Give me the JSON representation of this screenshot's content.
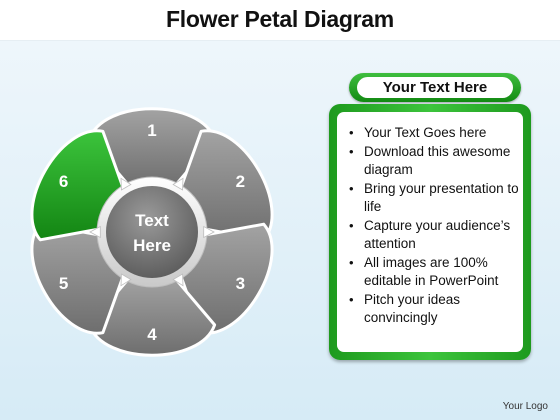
{
  "title": "Flower Petal Diagram",
  "center_text": [
    "Text",
    "Here"
  ],
  "petals": [
    {
      "label": "1",
      "color": "#8c8c8c"
    },
    {
      "label": "2",
      "color": "#8c8c8c"
    },
    {
      "label": "3",
      "color": "#8c8c8c"
    },
    {
      "label": "4",
      "color": "#8c8c8c"
    },
    {
      "label": "5",
      "color": "#8c8c8c"
    },
    {
      "label": "6",
      "color": "#1f9a1f"
    }
  ],
  "panel": {
    "header": "Your Text Here",
    "bullets": [
      "Your Text Goes here",
      "Download this awesome diagram",
      "Bring your presentation to life",
      "Capture your audience’s attention",
      "All images are 100% editable in PowerPoint",
      "Pitch your ideas convincingly"
    ]
  },
  "logo": "Your Logo",
  "colors": {
    "accent": "#1f9a1f",
    "petal": "#8c8c8c",
    "center": "#6f6f6f"
  }
}
